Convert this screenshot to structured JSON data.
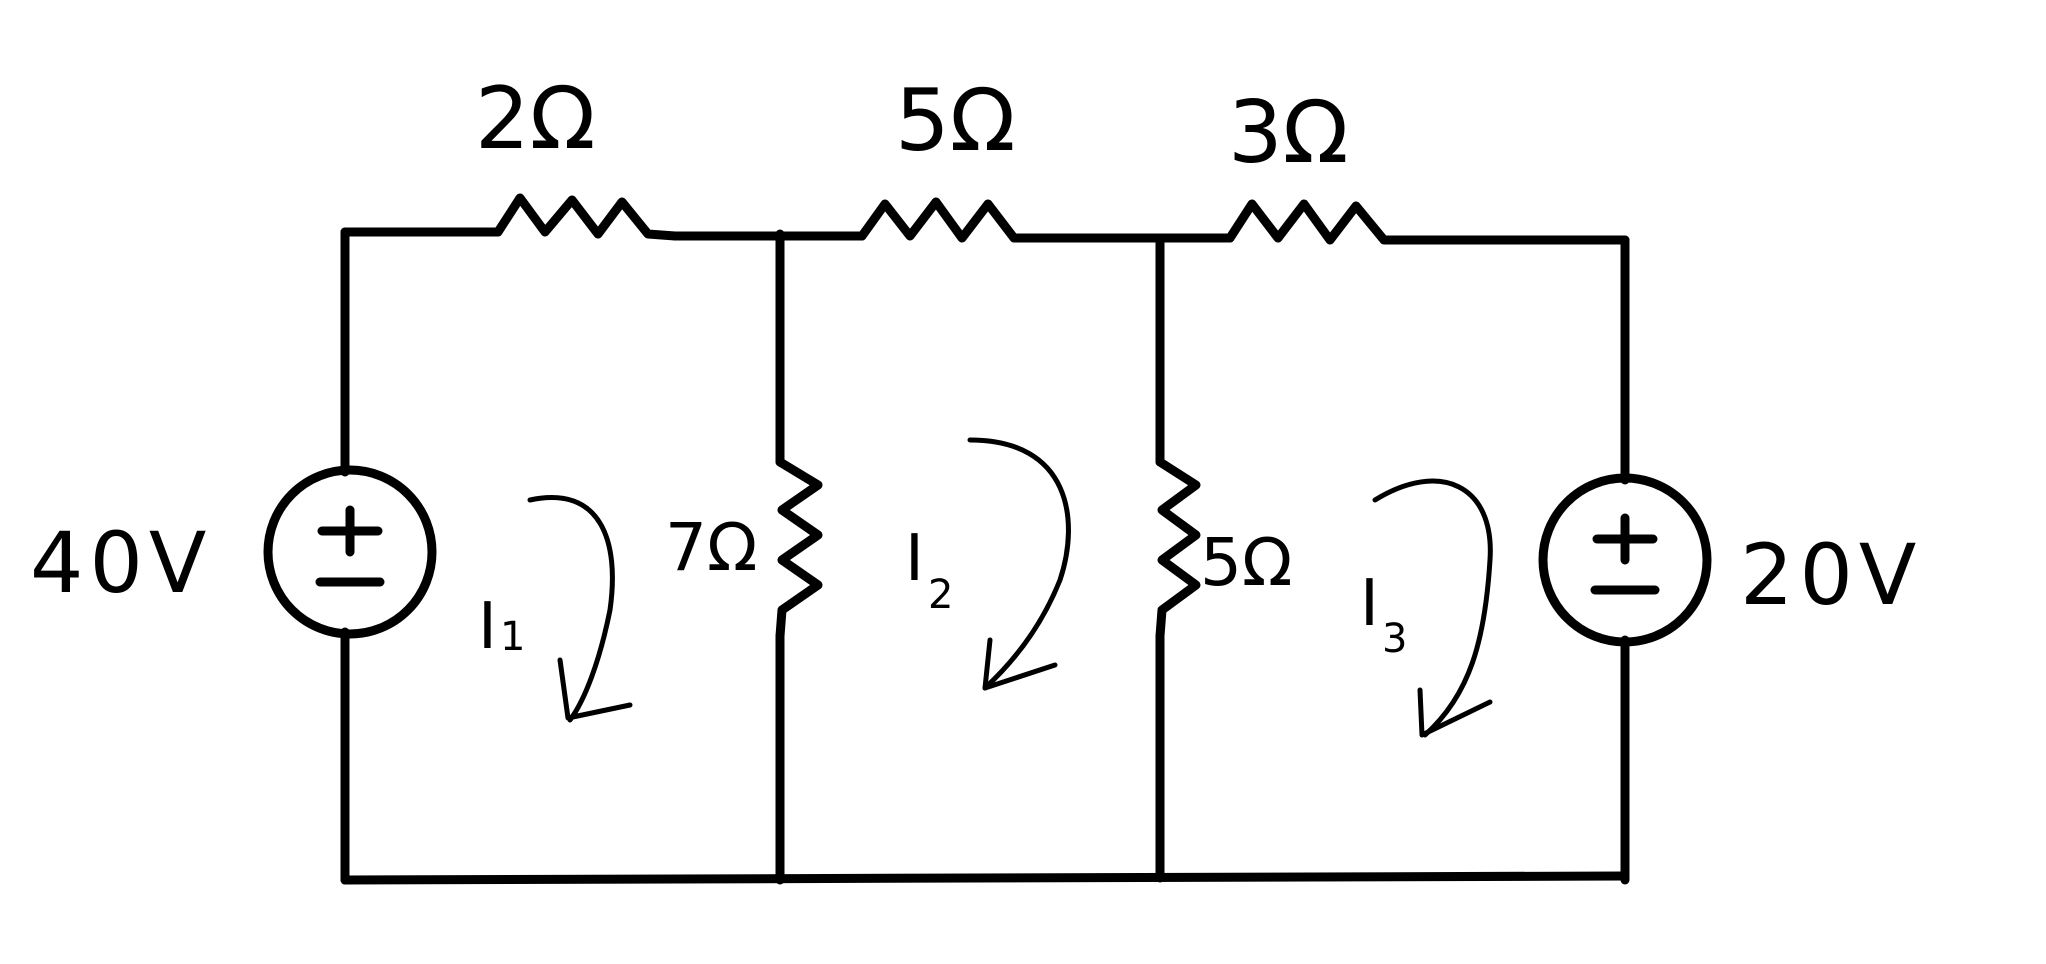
{
  "resistors": {
    "r_top_left": "2Ω",
    "r_top_mid": "5Ω",
    "r_top_right": "3Ω",
    "r_shunt_left": "7Ω",
    "r_shunt_right": "5Ω"
  },
  "sources": {
    "left": {
      "value": "40V",
      "plus": "+",
      "minus": "−"
    },
    "right": {
      "value": "20V",
      "plus": "+",
      "minus": "−"
    }
  },
  "mesh_currents": [
    {
      "letter": "I",
      "sub": "1",
      "direction": "clockwise"
    },
    {
      "letter": "I",
      "sub": "2",
      "direction": "clockwise"
    },
    {
      "letter": "I",
      "sub": "3",
      "direction": "clockwise"
    }
  ]
}
